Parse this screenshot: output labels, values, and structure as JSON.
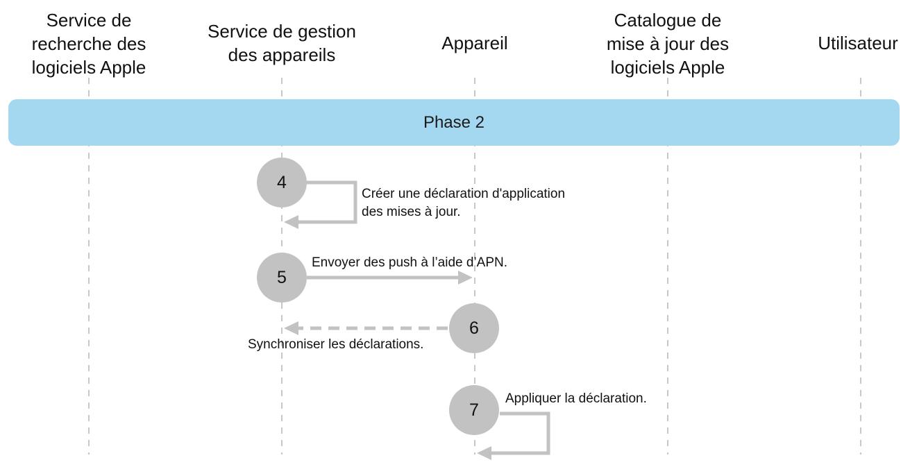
{
  "lanes": [
    {
      "id": "lookup",
      "title": "Service de\nrecherche des\nlogiciels Apple"
    },
    {
      "id": "mdm",
      "title": "Service de gestion\ndes appareils"
    },
    {
      "id": "device",
      "title": "Appareil"
    },
    {
      "id": "catalog",
      "title": "Catalogue de\nmise à jour des\nlogiciels Apple"
    },
    {
      "id": "user",
      "title": "Utilisateur"
    }
  ],
  "phase": {
    "label": "Phase 2",
    "color": "#a4d8f0"
  },
  "steps": [
    {
      "number": "4",
      "label": "Créer une déclaration d'application\ndes mises à jour."
    },
    {
      "number": "5",
      "label": "Envoyer des push à l’aide d’APN."
    },
    {
      "number": "6",
      "label": "Synchroniser les déclarations."
    },
    {
      "number": "7",
      "label": "Appliquer la déclaration."
    }
  ],
  "colors": {
    "circle": "#c2c2c2",
    "arrow": "#c2c2c2",
    "lifeline": "#aaaaaa"
  }
}
